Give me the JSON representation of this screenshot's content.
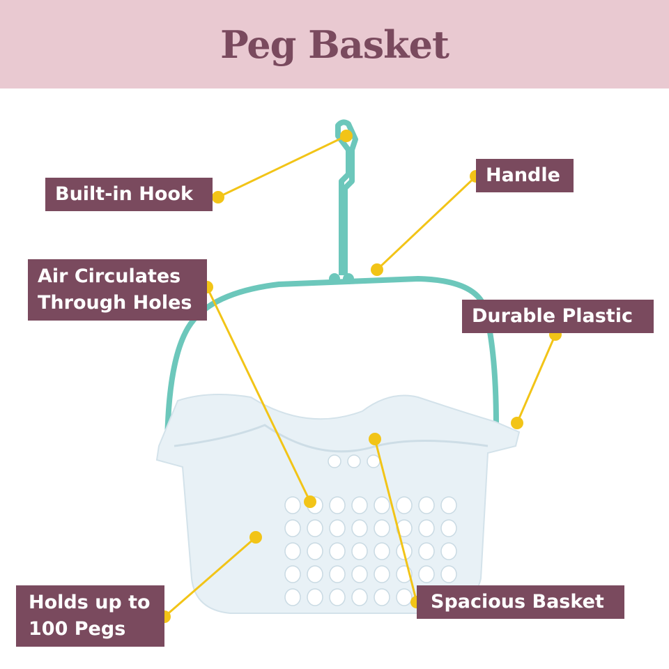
{
  "header": {
    "title": "Peg Basket"
  },
  "labels": {
    "hook": "Built-in Hook",
    "handle": "Handle",
    "air_line1": "Air Circulates",
    "air_line2": "Through Holes",
    "plastic": "Durable Plastic",
    "holds_line1": "Holds up to",
    "holds_line2": "100 Pegs",
    "spacious": "Spacious Basket"
  },
  "colors": {
    "header_bg": "#e9c9d1",
    "brand": "#7a4a5e",
    "callout": "#f2c417",
    "handle": "#6cc7bb"
  }
}
